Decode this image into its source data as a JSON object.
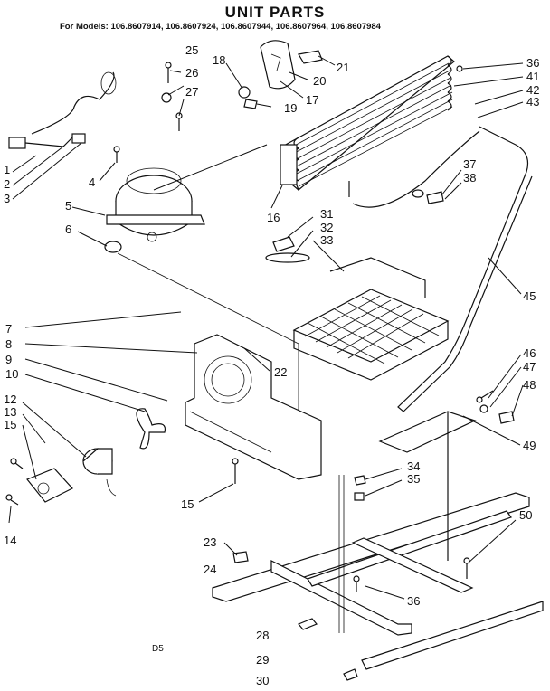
{
  "title": "UNIT PARTS",
  "models_line": "For Models: 106.8607914, 106.8607924, 106.8607944, 106.8607964, 106.8607984",
  "diagram_code": "D5",
  "callouts": [
    {
      "id": "c1",
      "text": "1"
    },
    {
      "id": "c2",
      "text": "2"
    },
    {
      "id": "c3",
      "text": "3"
    },
    {
      "id": "c4",
      "text": "4"
    },
    {
      "id": "c5",
      "text": "5"
    },
    {
      "id": "c6",
      "text": "6"
    },
    {
      "id": "c7",
      "text": "7"
    },
    {
      "id": "c8",
      "text": "8"
    },
    {
      "id": "c9",
      "text": "9"
    },
    {
      "id": "c10",
      "text": "10"
    },
    {
      "id": "c12",
      "text": "12"
    },
    {
      "id": "c13",
      "text": "13"
    },
    {
      "id": "c15a",
      "text": "15"
    },
    {
      "id": "c14",
      "text": "14"
    },
    {
      "id": "c15b",
      "text": "15"
    },
    {
      "id": "c16",
      "text": "16"
    },
    {
      "id": "c17",
      "text": "17"
    },
    {
      "id": "c18",
      "text": "18"
    },
    {
      "id": "c19",
      "text": "19"
    },
    {
      "id": "c20",
      "text": "20"
    },
    {
      "id": "c21",
      "text": "21"
    },
    {
      "id": "c22",
      "text": "22"
    },
    {
      "id": "c23",
      "text": "23"
    },
    {
      "id": "c24",
      "text": "24"
    },
    {
      "id": "c25",
      "text": "25"
    },
    {
      "id": "c26",
      "text": "26"
    },
    {
      "id": "c27",
      "text": "27"
    },
    {
      "id": "c28",
      "text": "28"
    },
    {
      "id": "c29",
      "text": "29"
    },
    {
      "id": "c30",
      "text": "30"
    },
    {
      "id": "c31",
      "text": "31"
    },
    {
      "id": "c32",
      "text": "32"
    },
    {
      "id": "c33",
      "text": "33"
    },
    {
      "id": "c34",
      "text": "34"
    },
    {
      "id": "c35",
      "text": "35"
    },
    {
      "id": "c36a",
      "text": "36"
    },
    {
      "id": "c36b",
      "text": "36"
    },
    {
      "id": "c37",
      "text": "37"
    },
    {
      "id": "c38",
      "text": "38"
    },
    {
      "id": "c41",
      "text": "41"
    },
    {
      "id": "c42",
      "text": "42"
    },
    {
      "id": "c43",
      "text": "43"
    },
    {
      "id": "c45",
      "text": "45"
    },
    {
      "id": "c46",
      "text": "46"
    },
    {
      "id": "c47",
      "text": "47"
    },
    {
      "id": "c48",
      "text": "48"
    },
    {
      "id": "c49",
      "text": "49"
    },
    {
      "id": "c50",
      "text": "50"
    }
  ]
}
